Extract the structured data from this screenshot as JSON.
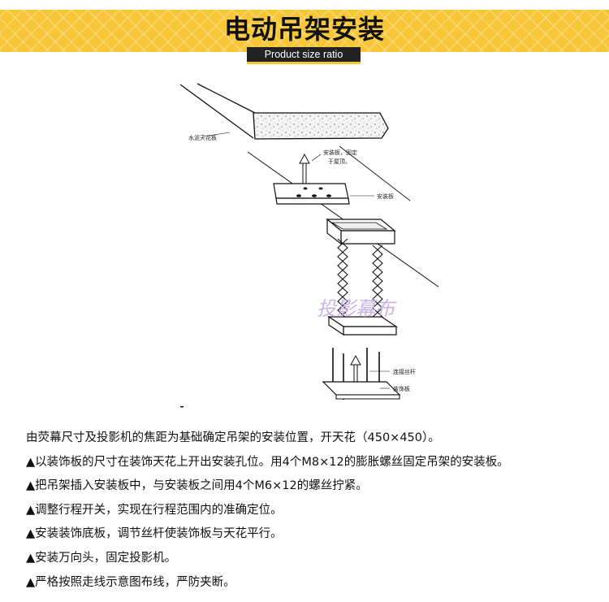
{
  "header": {
    "title": "电动吊架安装",
    "subtitle": "Product size ratio"
  },
  "diagram": {
    "labels": {
      "ceiling": "水泥天花板",
      "fix_note_line1": "安装板，固定",
      "fix_note_line2": "于屋顶。",
      "mount_plate": "安装板",
      "rod": "连接丝杆",
      "decor_plate": "装饰板"
    },
    "watermark": "投影幕布"
  },
  "steps": [
    "由荧幕尺寸及投影机的焦距为基础确定吊架的安装位置，开天花（450×450）。",
    "▲以装饰板的尺寸在装饰天花上开出安装孔位。用4个M8×12的膨胀螺丝固定吊架的安装板。",
    "▲把吊架插入安装板中，与安装板之间用4个M6×12的螺丝拧紧。",
    "▲调整行程开关，实现在行程范围内的准确定位。",
    "▲安装装饰底板，调节丝杆使装饰板与天花平行。",
    "▲安装万向头，固定投影机。",
    "▲严格按照走线示意图布线，严防夹断。"
  ]
}
